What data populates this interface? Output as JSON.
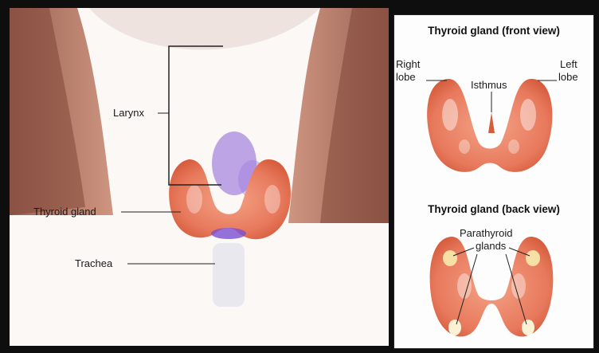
{
  "main_view": {
    "labels": {
      "larynx": "Larynx",
      "thyroid_gland": "Thyroid gland",
      "trachea": "Trachea"
    }
  },
  "front_view": {
    "title": "Thyroid gland (front view)",
    "labels": {
      "right_lobe_1": "Right",
      "right_lobe_2": "lobe",
      "left_lobe_1": "Left",
      "left_lobe_2": "lobe",
      "isthmus": "Isthmus"
    }
  },
  "back_view": {
    "title": "Thyroid gland (back view)",
    "labels": {
      "parathyroid_1": "Parathyroid",
      "parathyroid_2": "glands"
    }
  },
  "colors": {
    "gland": "#e8795c",
    "gland_dark": "#c9502f",
    "skin_shadow": "#9a5a45",
    "larynx_highlight": "#8a5fd6"
  }
}
